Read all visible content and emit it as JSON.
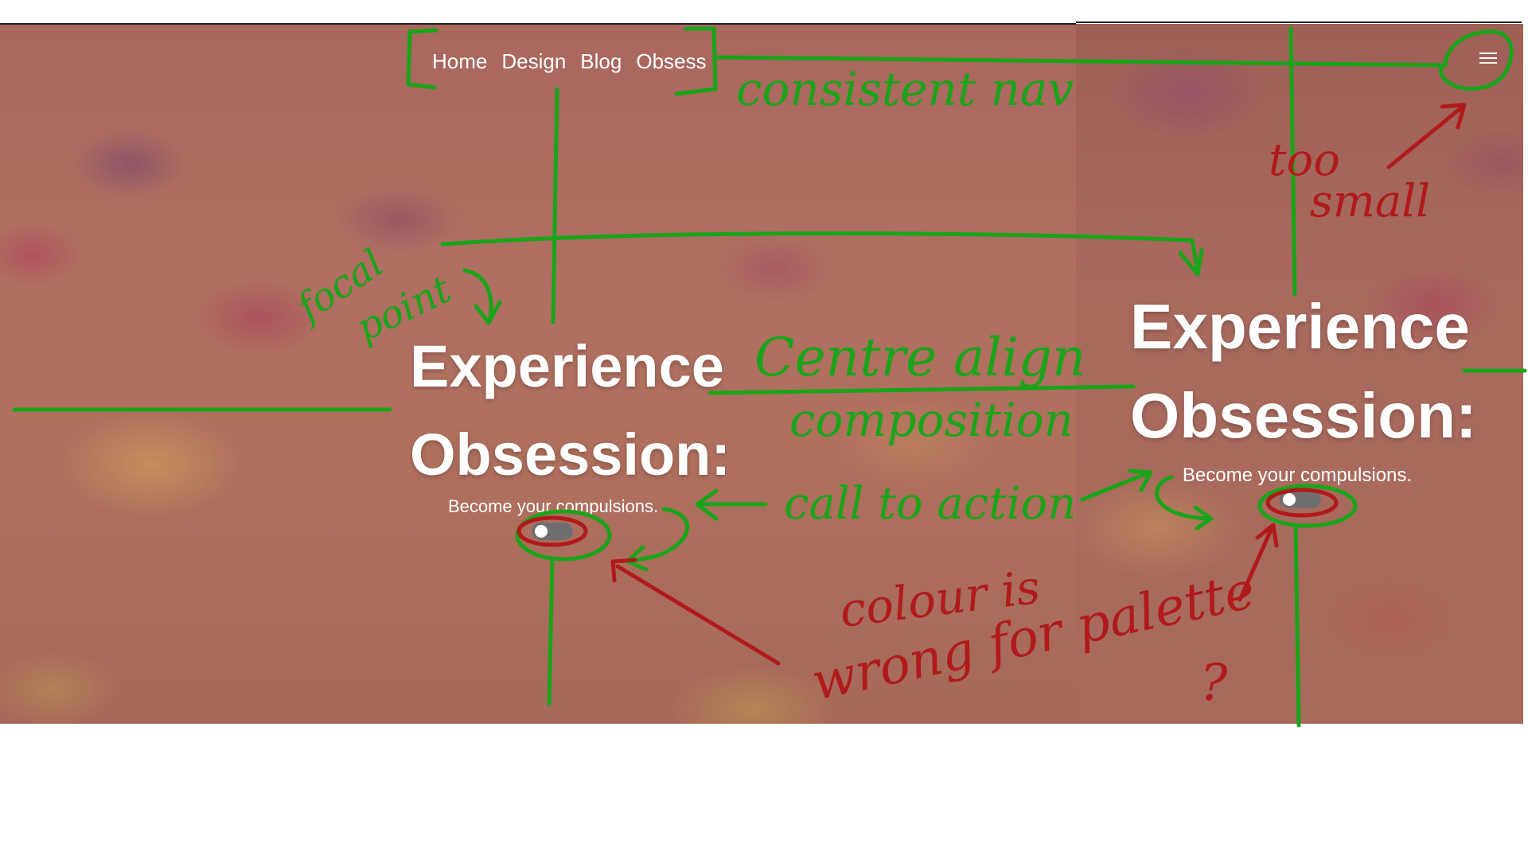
{
  "desktop": {
    "nav": [
      "Home",
      "Design",
      "Blog",
      "Obsess"
    ],
    "headline_line1": "Experience",
    "headline_line2": "Obsession:",
    "subline": "Become your compulsions."
  },
  "mobile": {
    "menu_icon": "hamburger-icon",
    "headline_line1": "Experience",
    "headline_line2": "Obsession:",
    "subline": "Become your compulsions."
  },
  "annotations": {
    "consistent_nav": "consistent nav",
    "focal_point_1": "focal",
    "focal_point_2": "point",
    "centre_align": "Centre align",
    "composition": "composition",
    "call_to_action": "call to action",
    "too_small_1": "too",
    "too_small_2": "small",
    "colour_1": "colour is",
    "colour_2": "wrong for palette",
    "colour_3": "?"
  },
  "colors": {
    "annotation_green": "#1aa51a",
    "annotation_red": "#b01a1a",
    "toggle_track": "#6f6f72"
  }
}
